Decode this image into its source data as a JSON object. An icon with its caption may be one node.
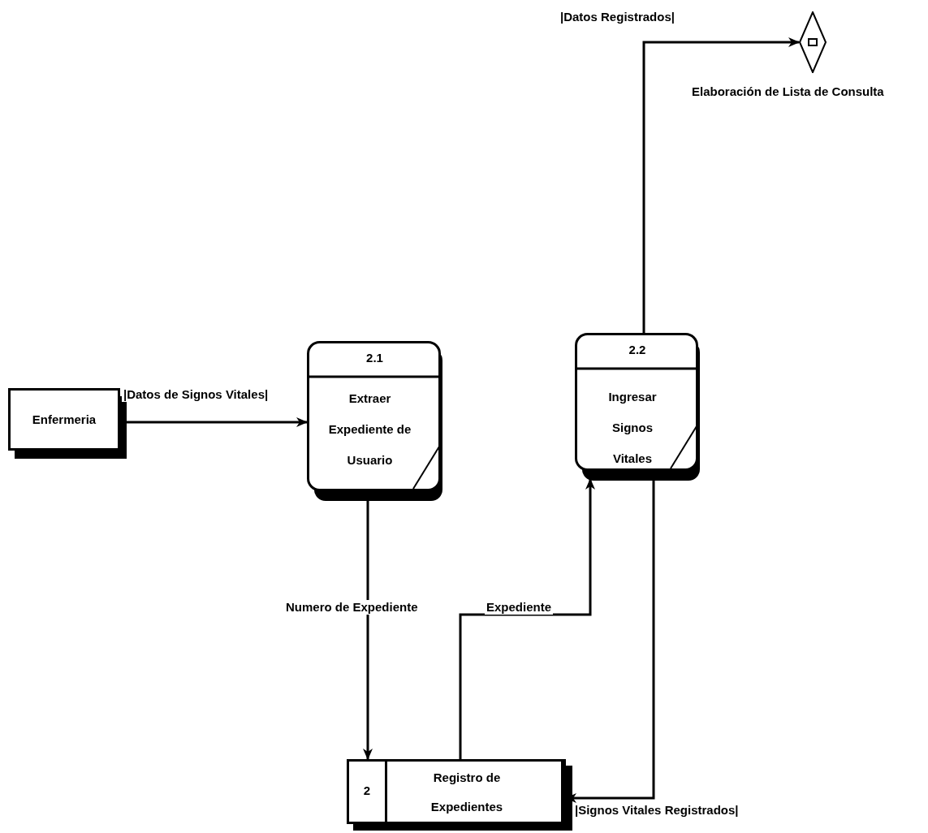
{
  "diagram": {
    "nodes": [
      {
        "text": [
          "Enfermeria"
        ]
      },
      {
        "text": [
          "2.1",
          "Extraer Expediente de Usuario"
        ]
      },
      {
        "text": [
          "2.2",
          "Ingresar Signos Vitales"
        ]
      },
      {
        "text": [
          "2",
          "Registro de Expedientes"
        ]
      },
      {
        "text": [],
        "shape": "diamond",
        "beside": [
          "Elaboración de Lista de Consulta"
        ]
      }
    ],
    "edges": [
      {
        "from": 0,
        "to": 1,
        "arrow": "to",
        "label": "|Datos de Signos Vitales|"
      },
      {
        "from": 1,
        "to": 3,
        "arrow": "to",
        "label": "Numero de Expediente"
      },
      {
        "from": 3,
        "to": 2,
        "arrow": "to",
        "label": "Expediente"
      },
      {
        "from": 2,
        "to": 3,
        "arrow": "to",
        "label": "|Signos Vitales Registrados|"
      },
      {
        "from": 2,
        "to": 4,
        "arrow": "to",
        "label": "|Datos Registrados|"
      }
    ]
  }
}
